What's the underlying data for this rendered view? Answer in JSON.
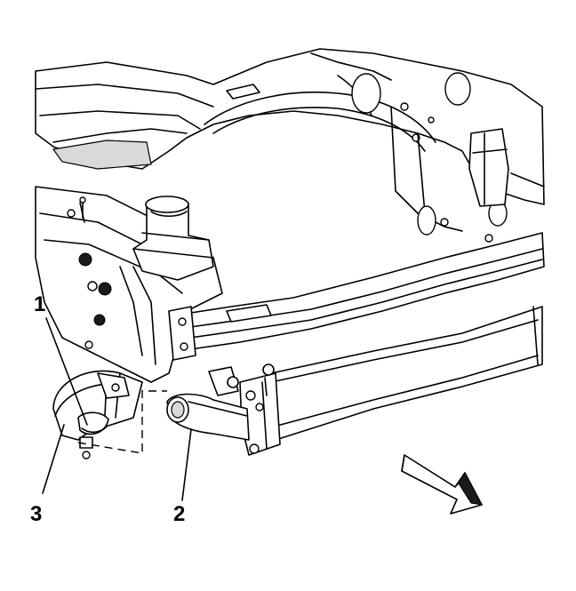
{
  "callouts": [
    {
      "id": "1",
      "label": "1"
    },
    {
      "id": "2",
      "label": "2"
    },
    {
      "id": "3",
      "label": "3"
    }
  ],
  "icons": {
    "direction_arrow": "front-direction-arrow-icon",
    "clamp": "hose-clamp-icon"
  }
}
